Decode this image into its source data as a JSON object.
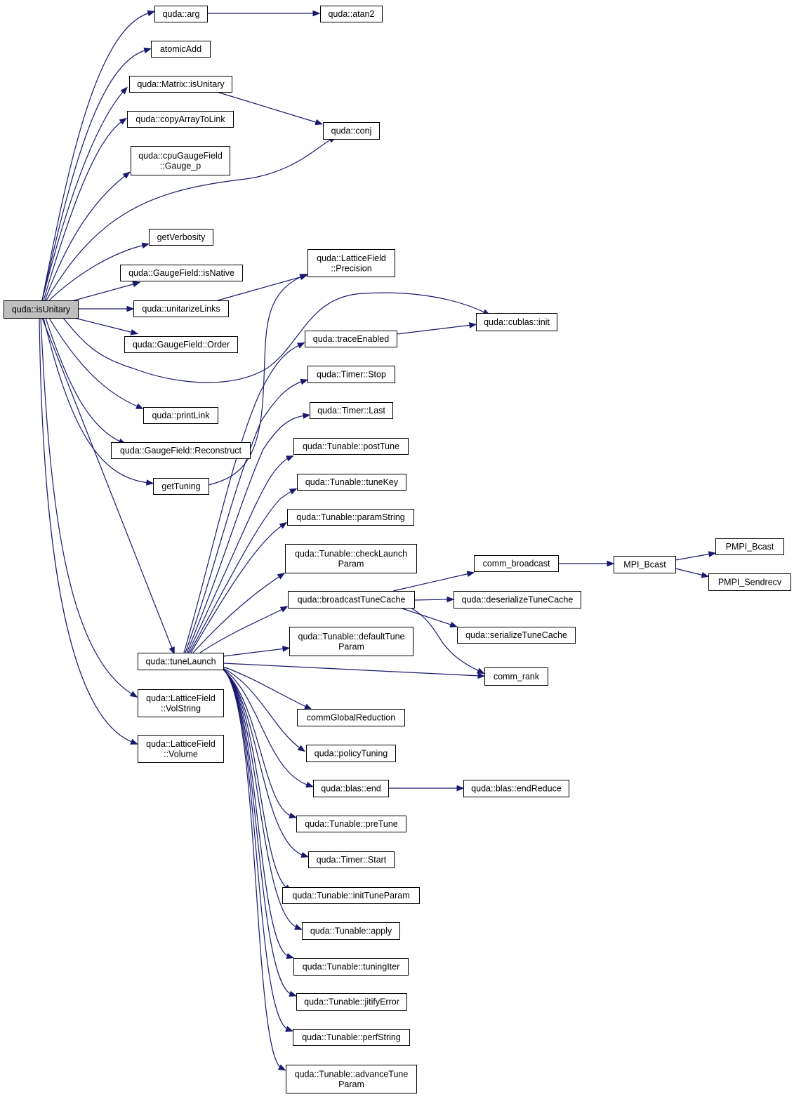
{
  "nodes": [
    {
      "id": "isUnitary",
      "lines": [
        "quda::isUnitary"
      ],
      "root": true
    },
    {
      "id": "arg",
      "lines": [
        "quda::arg"
      ]
    },
    {
      "id": "atan2",
      "lines": [
        "quda::atan2"
      ]
    },
    {
      "id": "atomicAdd",
      "lines": [
        "atomicAdd"
      ]
    },
    {
      "id": "matrixIsUnitary",
      "lines": [
        "quda::Matrix::isUnitary"
      ]
    },
    {
      "id": "conj",
      "lines": [
        "quda::conj"
      ]
    },
    {
      "id": "copyArrayToLink",
      "lines": [
        "quda::copyArrayToLink"
      ]
    },
    {
      "id": "gaugeP",
      "lines": [
        "quda::cpuGaugeField",
        "::Gauge_p"
      ]
    },
    {
      "id": "getVerbosity",
      "lines": [
        "getVerbosity"
      ]
    },
    {
      "id": "isNative",
      "lines": [
        "quda::GaugeField::isNative"
      ]
    },
    {
      "id": "precision",
      "lines": [
        "quda::LatticeField",
        "::Precision"
      ]
    },
    {
      "id": "unitarizeLinks",
      "lines": [
        "quda::unitarizeLinks"
      ]
    },
    {
      "id": "cublasInit",
      "lines": [
        "quda::cublas::init"
      ]
    },
    {
      "id": "order",
      "lines": [
        "quda::GaugeField::Order"
      ]
    },
    {
      "id": "traceEnabled",
      "lines": [
        "quda::traceEnabled"
      ]
    },
    {
      "id": "timerStop",
      "lines": [
        "quda::Timer::Stop"
      ]
    },
    {
      "id": "printLink",
      "lines": [
        "quda::printLink"
      ]
    },
    {
      "id": "timerLast",
      "lines": [
        "quda::Timer::Last"
      ]
    },
    {
      "id": "reconstruct",
      "lines": [
        "quda::GaugeField::Reconstruct"
      ]
    },
    {
      "id": "postTune",
      "lines": [
        "quda::Tunable::postTune"
      ]
    },
    {
      "id": "getTuning",
      "lines": [
        "getTuning"
      ]
    },
    {
      "id": "tuneKey",
      "lines": [
        "quda::Tunable::tuneKey"
      ]
    },
    {
      "id": "paramString",
      "lines": [
        "quda::Tunable::paramString"
      ]
    },
    {
      "id": "checkLaunchParam",
      "lines": [
        "quda::Tunable::checkLaunch",
        "Param"
      ]
    },
    {
      "id": "pmpiBcast",
      "lines": [
        "PMPI_Bcast"
      ]
    },
    {
      "id": "commBroadcast",
      "lines": [
        "comm_broadcast"
      ]
    },
    {
      "id": "mpiBcast",
      "lines": [
        "MPI_Bcast"
      ]
    },
    {
      "id": "pmpiSendrecv",
      "lines": [
        "PMPI_Sendrecv"
      ]
    },
    {
      "id": "broadcastTuneCache",
      "lines": [
        "quda::broadcastTuneCache"
      ]
    },
    {
      "id": "deserializeTuneCache",
      "lines": [
        "quda::deserializeTuneCache"
      ]
    },
    {
      "id": "defaultTuneParam",
      "lines": [
        "quda::Tunable::defaultTune",
        "Param"
      ]
    },
    {
      "id": "serializeTuneCache",
      "lines": [
        "quda::serializeTuneCache"
      ]
    },
    {
      "id": "tuneLaunch",
      "lines": [
        "quda::tuneLaunch"
      ]
    },
    {
      "id": "commRank",
      "lines": [
        "comm_rank"
      ]
    },
    {
      "id": "volString",
      "lines": [
        "quda::LatticeField",
        "::VolString"
      ]
    },
    {
      "id": "commGlobalReduction",
      "lines": [
        "commGlobalReduction"
      ]
    },
    {
      "id": "volume",
      "lines": [
        "quda::LatticeField",
        "::Volume"
      ]
    },
    {
      "id": "policyTuning",
      "lines": [
        "quda::policyTuning"
      ]
    },
    {
      "id": "blasEnd",
      "lines": [
        "quda::blas::end"
      ]
    },
    {
      "id": "endReduce",
      "lines": [
        "quda::blas::endReduce"
      ]
    },
    {
      "id": "preTune",
      "lines": [
        "quda::Tunable::preTune"
      ]
    },
    {
      "id": "timerStart",
      "lines": [
        "quda::Timer::Start"
      ]
    },
    {
      "id": "initTuneParam",
      "lines": [
        "quda::Tunable::initTuneParam"
      ]
    },
    {
      "id": "apply",
      "lines": [
        "quda::Tunable::apply"
      ]
    },
    {
      "id": "tuningIter",
      "lines": [
        "quda::Tunable::tuningIter"
      ]
    },
    {
      "id": "jitifyError",
      "lines": [
        "quda::Tunable::jitifyError"
      ]
    },
    {
      "id": "perfString",
      "lines": [
        "quda::Tunable::perfString"
      ]
    },
    {
      "id": "advanceTuneParam",
      "lines": [
        "quda::Tunable::advanceTune",
        "Param"
      ]
    }
  ],
  "edges": [
    [
      "isUnitary",
      "arg"
    ],
    [
      "arg",
      "atan2"
    ],
    [
      "isUnitary",
      "atomicAdd"
    ],
    [
      "isUnitary",
      "matrixIsUnitary"
    ],
    [
      "matrixIsUnitary",
      "conj"
    ],
    [
      "isUnitary",
      "copyArrayToLink"
    ],
    [
      "isUnitary",
      "gaugeP"
    ],
    [
      "isUnitary",
      "conj"
    ],
    [
      "isUnitary",
      "getVerbosity"
    ],
    [
      "isUnitary",
      "isNative"
    ],
    [
      "isUnitary",
      "unitarizeLinks"
    ],
    [
      "unitarizeLinks",
      "precision"
    ],
    [
      "isUnitary",
      "order"
    ],
    [
      "isUnitary",
      "cublasInit"
    ],
    [
      "isUnitary",
      "printLink"
    ],
    [
      "isUnitary",
      "reconstruct"
    ],
    [
      "isUnitary",
      "getTuning"
    ],
    [
      "isUnitary",
      "tuneLaunch"
    ],
    [
      "isUnitary",
      "volString"
    ],
    [
      "isUnitary",
      "volume"
    ],
    [
      "getTuning",
      "precision"
    ],
    [
      "traceEnabled",
      "cublasInit"
    ],
    [
      "tuneLaunch",
      "traceEnabled"
    ],
    [
      "tuneLaunch",
      "timerStop"
    ],
    [
      "tuneLaunch",
      "timerLast"
    ],
    [
      "tuneLaunch",
      "postTune"
    ],
    [
      "tuneLaunch",
      "tuneKey"
    ],
    [
      "tuneLaunch",
      "paramString"
    ],
    [
      "tuneLaunch",
      "checkLaunchParam"
    ],
    [
      "tuneLaunch",
      "broadcastTuneCache"
    ],
    [
      "tuneLaunch",
      "defaultTuneParam"
    ],
    [
      "tuneLaunch",
      "commRank"
    ],
    [
      "tuneLaunch",
      "commGlobalReduction"
    ],
    [
      "tuneLaunch",
      "policyTuning"
    ],
    [
      "tuneLaunch",
      "blasEnd"
    ],
    [
      "tuneLaunch",
      "preTune"
    ],
    [
      "tuneLaunch",
      "timerStart"
    ],
    [
      "tuneLaunch",
      "initTuneParam"
    ],
    [
      "tuneLaunch",
      "apply"
    ],
    [
      "tuneLaunch",
      "tuningIter"
    ],
    [
      "tuneLaunch",
      "jitifyError"
    ],
    [
      "tuneLaunch",
      "perfString"
    ],
    [
      "tuneLaunch",
      "advanceTuneParam"
    ],
    [
      "broadcastTuneCache",
      "commBroadcast"
    ],
    [
      "broadcastTuneCache",
      "deserializeTuneCache"
    ],
    [
      "broadcastTuneCache",
      "serializeTuneCache"
    ],
    [
      "broadcastTuneCache",
      "commRank"
    ],
    [
      "commBroadcast",
      "mpiBcast"
    ],
    [
      "mpiBcast",
      "pmpiBcast"
    ],
    [
      "mpiBcast",
      "pmpiSendrecv"
    ],
    [
      "blasEnd",
      "endReduce"
    ]
  ]
}
